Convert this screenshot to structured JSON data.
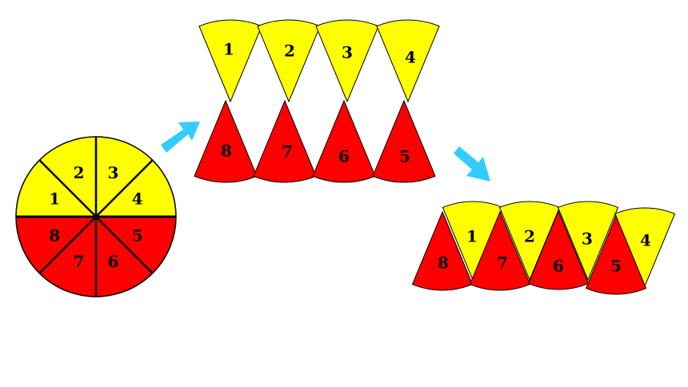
{
  "colors": {
    "yellow": "#FFFF00",
    "red": "#FF0000",
    "arrow": "#33CCFF",
    "stroke": "#000000",
    "background": "#FFFFFF"
  },
  "circle": {
    "top_labels": [
      "1",
      "2",
      "3",
      "4"
    ],
    "bottom_labels": [
      "8",
      "7",
      "6",
      "5"
    ]
  },
  "split": {
    "top_labels": [
      "1",
      "2",
      "3",
      "4"
    ],
    "bottom_labels": [
      "8",
      "7",
      "6",
      "5"
    ]
  },
  "combined": {
    "up_labels": [
      "8",
      "7",
      "6",
      "5"
    ],
    "down_labels": [
      "1",
      "2",
      "3",
      "4"
    ]
  },
  "arrows": [
    "arrow-right-up-icon",
    "arrow-right-down-icon"
  ]
}
